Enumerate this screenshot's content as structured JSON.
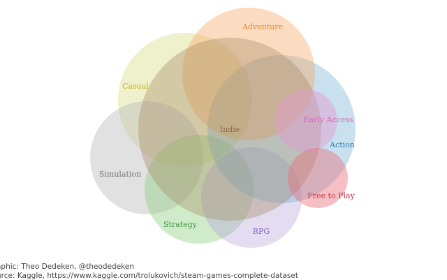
{
  "diagram": {
    "type": "venn",
    "sets": [
      {
        "key": "adventure",
        "label": "Adventure",
        "fill": "#f7a35c",
        "text": "#e68a2e"
      },
      {
        "key": "casual",
        "label": "Casual",
        "fill": "#d4d77a",
        "text": "#b8b830"
      },
      {
        "key": "action",
        "label": "Action",
        "fill": "#7fb6d9",
        "text": "#2f7fb8"
      },
      {
        "key": "early_access",
        "label": "Early Access",
        "fill": "#e59ad0",
        "text": "#d668b8"
      },
      {
        "key": "simulation",
        "label": "Simulation",
        "fill": "#bdbdbd",
        "text": "#777777"
      },
      {
        "key": "strategy",
        "label": "Strategy",
        "fill": "#8ccf7e",
        "text": "#3f9a3f"
      },
      {
        "key": "rpg",
        "label": "RPG",
        "fill": "#b8a3da",
        "text": "#8264bf"
      },
      {
        "key": "free_to_play",
        "label": "Free to Play",
        "fill": "#e8727d",
        "text": "#cc3340"
      },
      {
        "key": "indie",
        "label": "Indie",
        "fill": "#a0845c",
        "text": "#8a6a3e"
      }
    ]
  },
  "credits": {
    "graphic": "aphic: Theo Dedeken, @theodedeken",
    "source": "urce: Kaggle, https://www.kaggle.com/trolukovich/steam-games-complete-dataset"
  }
}
